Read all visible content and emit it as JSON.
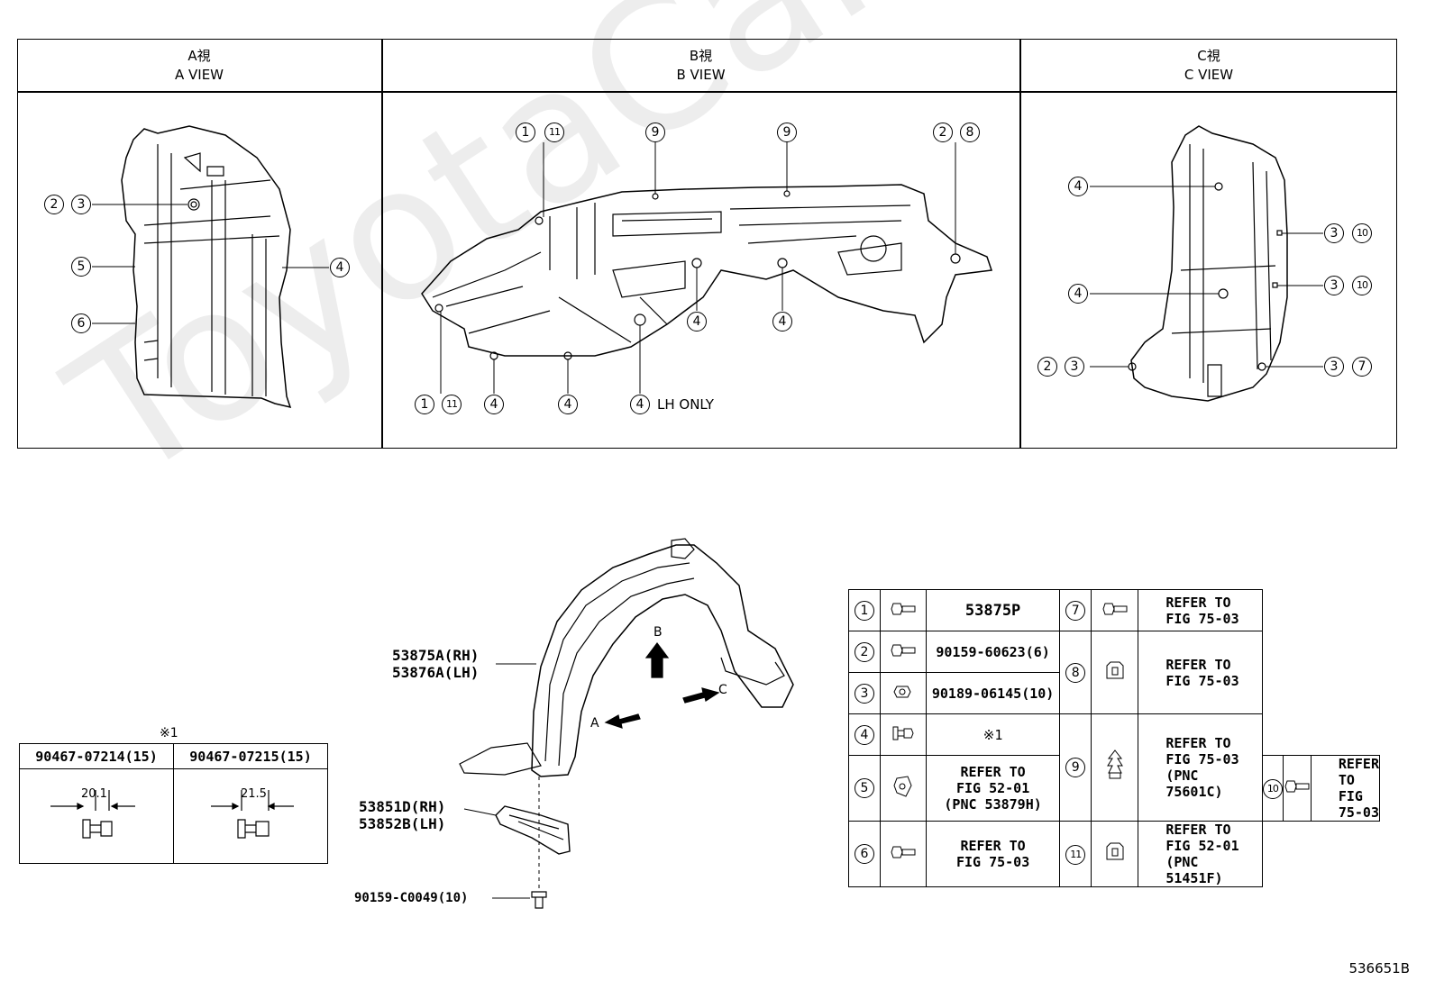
{
  "views": {
    "a": {
      "title_jp": "A視",
      "title_en": "A VIEW"
    },
    "b": {
      "title_jp": "B視",
      "title_en": "B VIEW"
    },
    "c": {
      "title_jp": "C視",
      "title_en": "C VIEW"
    }
  },
  "callouts": {
    "n1": "1",
    "n2": "2",
    "n3": "3",
    "n4": "4",
    "n5": "5",
    "n6": "6",
    "n7": "7",
    "n8": "8",
    "n9": "9",
    "n10": "10",
    "n11": "11"
  },
  "lh_only": "LH ONLY",
  "assembly": {
    "liner": "53875A(RH)\n53876A(LH)",
    "shield": "53851D(RH)\n53852B(LH)",
    "bolt": "90159-C0049(10)",
    "arrow_a": "A",
    "arrow_b": "B",
    "arrow_c": "C"
  },
  "clip_table": {
    "marker": "※1",
    "col1_part": "90467-07214(15)",
    "col2_part": "90467-07215(15)",
    "col1_dim": "20.1",
    "col2_dim": "21.5"
  },
  "parts_table": {
    "left": [
      {
        "num": "1",
        "text": "53875P"
      },
      {
        "num": "2",
        "text": "90159-60623(6)"
      },
      {
        "num": "3",
        "text": "90189-06145(10)"
      },
      {
        "num": "4",
        "text": "※1"
      },
      {
        "num": "5",
        "text": "REFER TO\nFIG 52-01\n(PNC 53879H)"
      },
      {
        "num": "6",
        "text": "REFER TO\nFIG 75-03"
      }
    ],
    "right": [
      {
        "num": "7",
        "text": "REFER TO\nFIG 75-03"
      },
      {
        "num": "8",
        "text": "REFER TO\nFIG 75-03"
      },
      {
        "num": "9",
        "text": "REFER TO\nFIG 75-03\n(PNC 75601C)"
      },
      {
        "num": "10",
        "text": "REFER TO\nFIG 75-03"
      },
      {
        "num": "11",
        "text": "REFER TO\nFIG 52-01\n(PNC 51451F)"
      }
    ]
  },
  "watermark": "ToyotaCarMine.ru",
  "drawing_number": "536651B"
}
